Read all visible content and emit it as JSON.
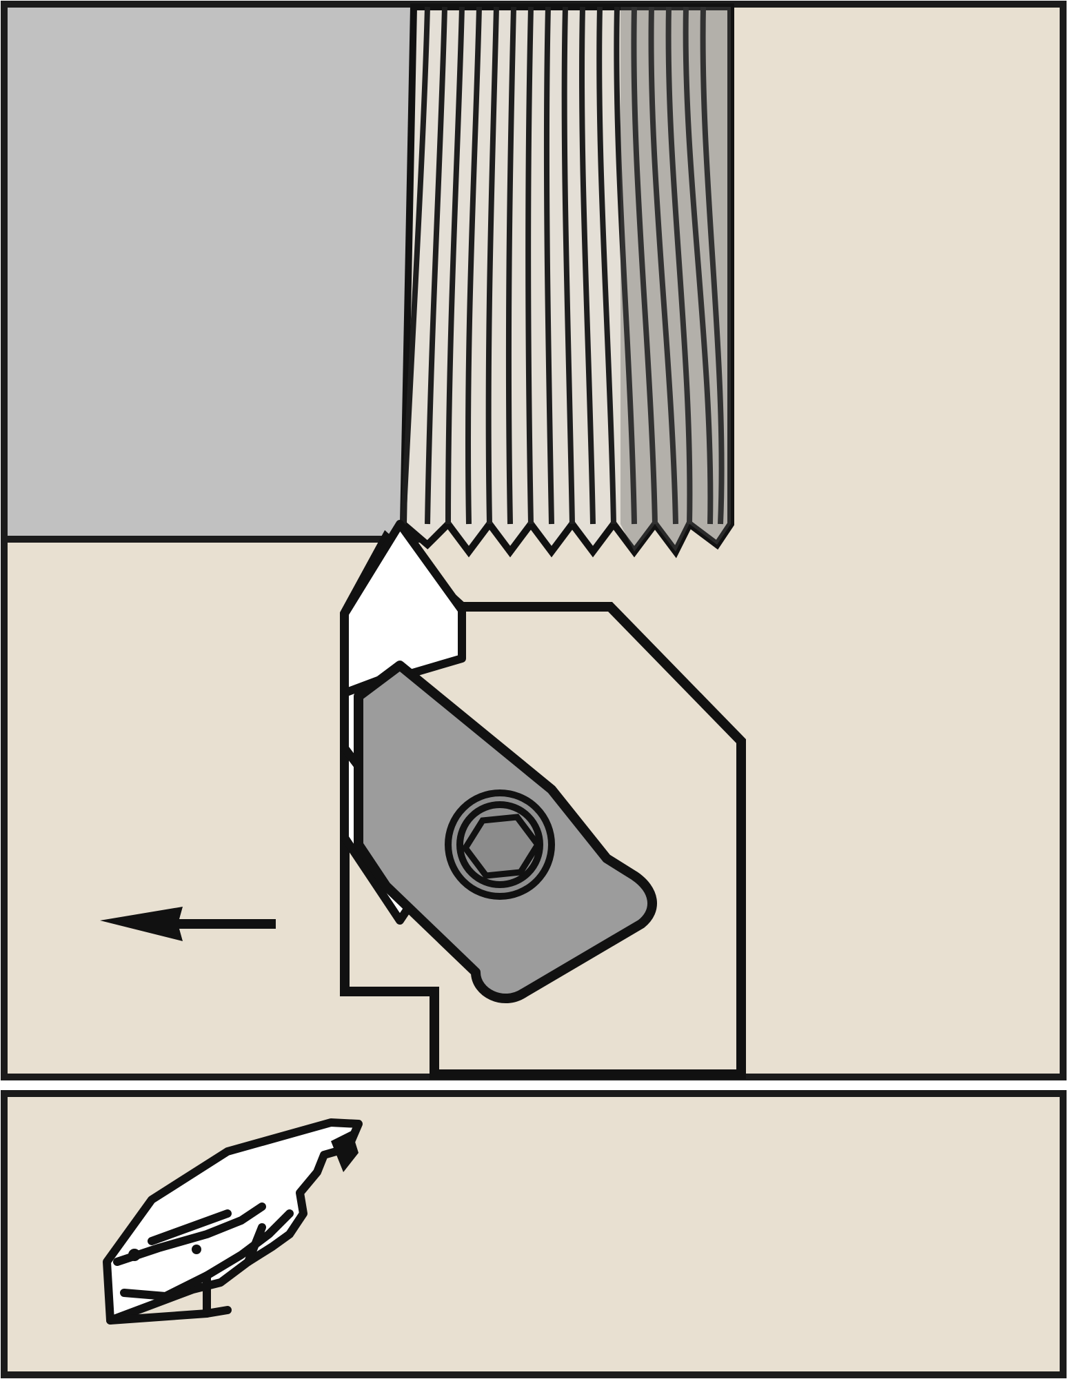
{
  "diagram": {
    "colors": {
      "background": "#e8e0d1",
      "workpiece": "#c1c1c1",
      "clamp": "#9c9c9c",
      "outline": "#111111",
      "chip": "#e4dfd6",
      "insert": "#ffffff"
    },
    "components": {
      "workpiece": "workpiece-block",
      "chips": "chip-stream",
      "insert": "cutting-insert",
      "holder": "tool-holder",
      "clamp": "clamp-lever",
      "screw": "hex-screw",
      "direction": "arrow-left-icon",
      "detail": "insert-3d-view"
    }
  }
}
